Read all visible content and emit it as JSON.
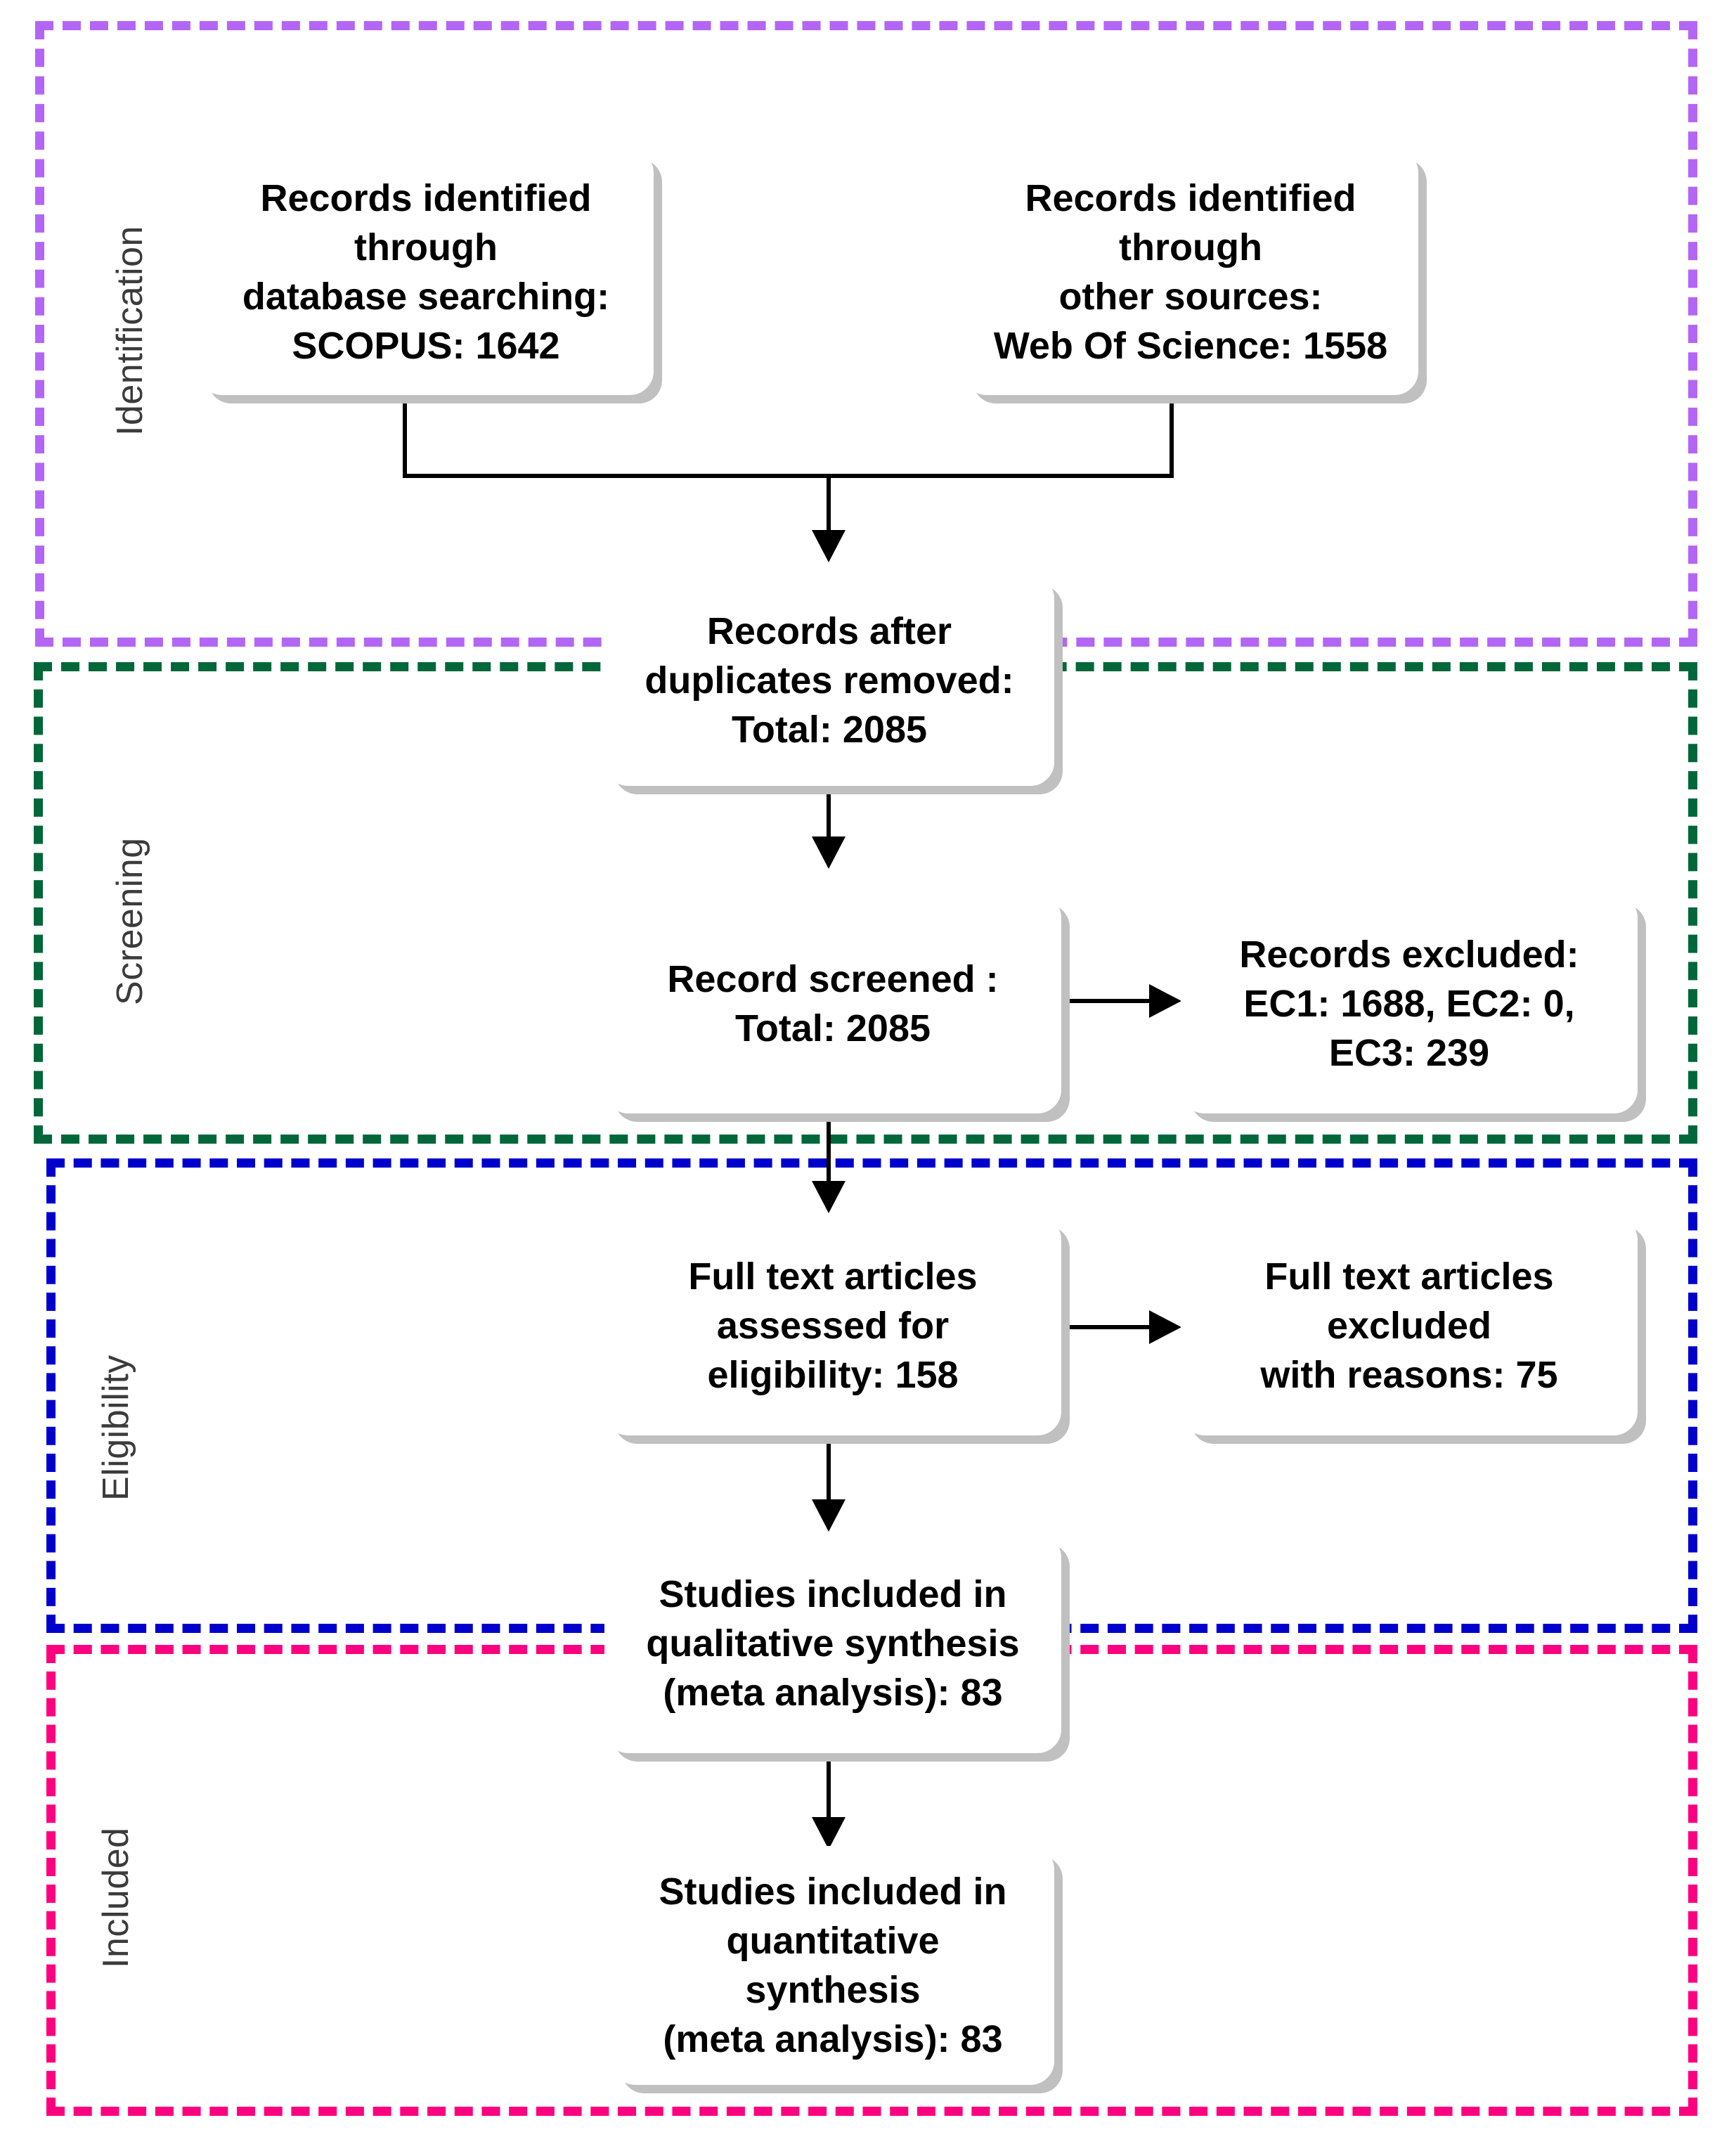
{
  "diagram": {
    "type": "prisma-flow-diagram",
    "phases": [
      {
        "id": "identification",
        "label": "Identification",
        "color": "#b366f5"
      },
      {
        "id": "screening",
        "label": "Screening",
        "color": "#00673a"
      },
      {
        "id": "eligibility",
        "label": "Eligibility",
        "color": "#0000cc"
      },
      {
        "id": "included",
        "label": "Included",
        "color": "#fc0080"
      }
    ],
    "nodes": {
      "identified_database": "Records identified\nthrough\ndatabase searching:\nSCOPUS: 1642",
      "identified_other": "Records identified\nthrough\nother sources:\nWeb Of Science: 1558",
      "after_duplicates": "Records after\nduplicates removed:\nTotal: 2085",
      "screened": "Record screened :\nTotal: 2085",
      "records_excluded": "Records excluded:\nEC1: 1688, EC2: 0,\nEC3: 239",
      "fulltext_assessed": "Full text articles\nassessed for\neligibility: 158",
      "fulltext_excluded": "Full text articles\nexcluded\nwith reasons: 75",
      "qualitative": "Studies included in\nqualitative synthesis\n(meta analysis): 83",
      "quantitative": "Studies included in\nquantitative\nsynthesis\n(meta analysis): 83"
    },
    "counts": {
      "scopus": 1642,
      "web_of_science": 1558,
      "after_duplicates_total": 2085,
      "screened_total": 2085,
      "excluded_ec1": 1688,
      "excluded_ec2": 0,
      "excluded_ec3": 239,
      "fulltext_assessed": 158,
      "fulltext_excluded": 75,
      "qualitative_included": 83,
      "quantitative_included": 83
    }
  }
}
